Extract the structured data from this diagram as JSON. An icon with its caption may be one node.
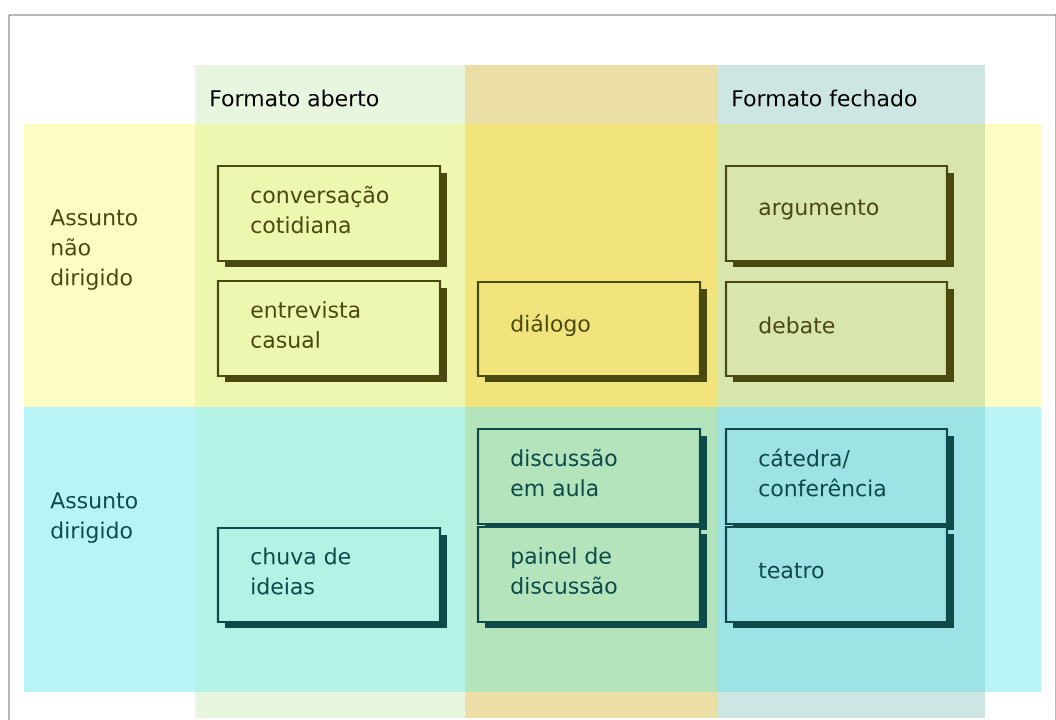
{
  "diagram": {
    "nodes": [
      {
        "text": [
          "Formato aberto"
        ]
      },
      {
        "text": [],
        "shape": "bar"
      },
      {
        "text": [
          "Formato fechado"
        ]
      },
      {
        "text": [
          "Assunto não dirigido"
        ]
      },
      {
        "text": [
          "Assunto dirigido"
        ]
      },
      {
        "text": [
          "conversação cotidiana"
        ]
      },
      {
        "text": [
          "argumento"
        ]
      },
      {
        "text": [
          "entrevista casual"
        ]
      },
      {
        "text": [
          "diálogo"
        ]
      },
      {
        "text": [
          "debate"
        ]
      },
      {
        "text": [
          "discussão em aula"
        ]
      },
      {
        "text": [
          "cátedra/ conferência"
        ]
      },
      {
        "text": [
          "chuva de ideias"
        ]
      },
      {
        "text": [
          "painel de discussão"
        ]
      },
      {
        "text": [
          "teatro"
        ]
      }
    ]
  }
}
